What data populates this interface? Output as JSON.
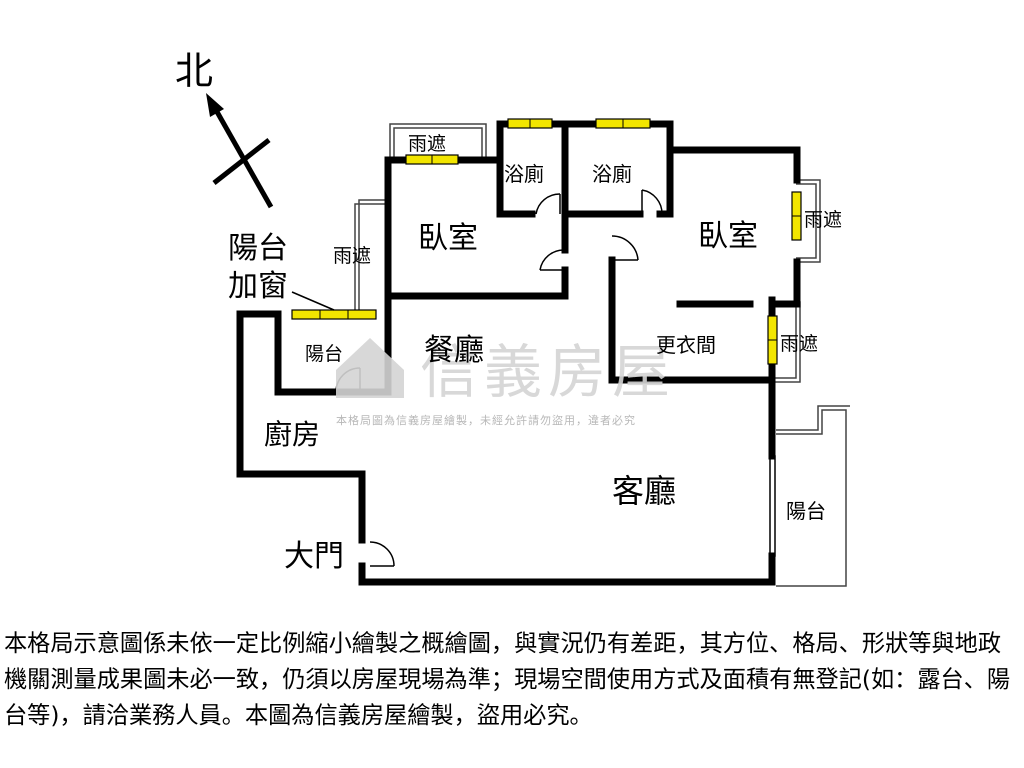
{
  "compass": {
    "north": "北"
  },
  "rooms": {
    "bedroom_left": "臥室",
    "bedroom_right": "臥室",
    "bath_left": "浴廁",
    "bath_right": "浴廁",
    "dining": "餐廳",
    "living": "客廳",
    "kitchen": "廚房",
    "closet": "更衣間",
    "balcony_small": "陽台",
    "balcony_right": "陽台",
    "entrance": "大門",
    "balcony_window_line1": "陽台",
    "balcony_window_line2": "加窗",
    "canopy_top": "雨遮",
    "canopy_left": "雨遮",
    "canopy_right_upper": "雨遮",
    "canopy_right_lower": "雨遮"
  },
  "watermark": {
    "brand": "信義房屋",
    "notice": "本格局圖為信義房屋繪製，未經允許請勿盜用，違者必究"
  },
  "disclaimer": "本格局示意圖係未依一定比例縮小繪製之概繪圖，與實況仍有差距，其方位、格局、形狀等與地政機關測量成果圖未必一致，仍須以房屋現場為準；現場空間使用方式及面積有無登記(如：露台、陽台等)，請洽業務人員。本圖為信義房屋繪製，盜用必究。",
  "colors": {
    "wall": "#000000",
    "window": "#f2e500",
    "watermark": "#d4d4d4"
  }
}
